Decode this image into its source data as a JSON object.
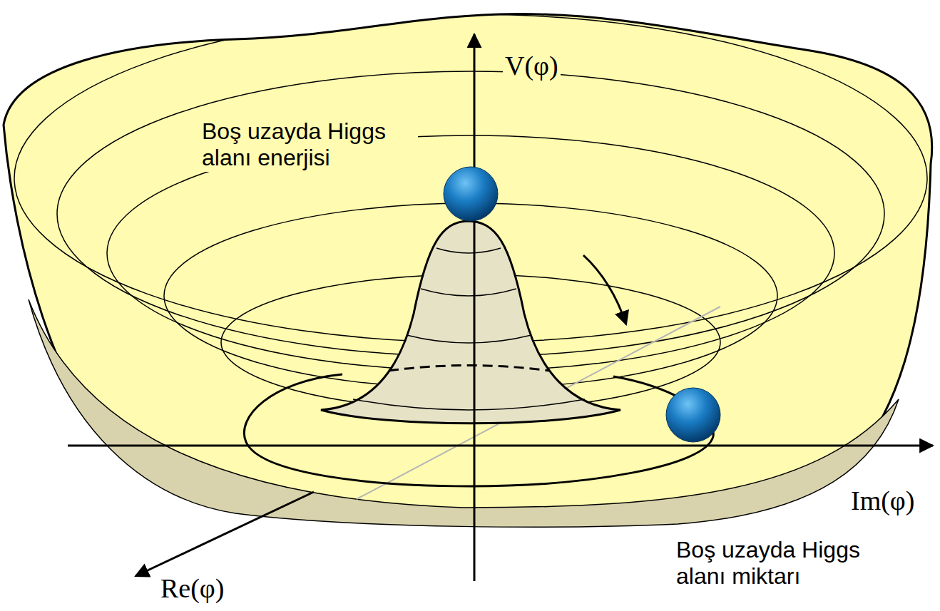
{
  "diagram": {
    "labels": [
      "Boş uzayda Higgs alanı enerjisi",
      "V(φ)",
      "Im(φ)",
      "Boş uzayda Higgs alanı miktarı",
      "Re(φ)"
    ]
  }
}
